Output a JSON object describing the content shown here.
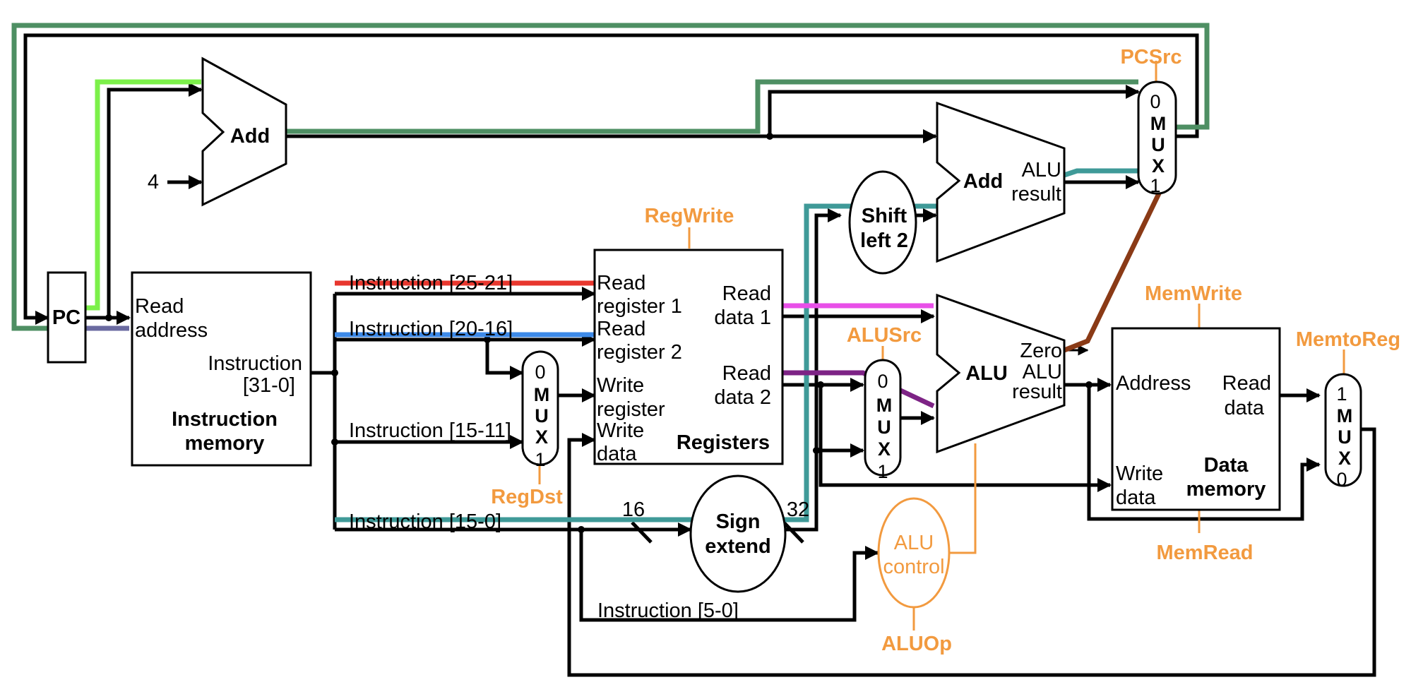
{
  "colors": {
    "control": "#f29a3f",
    "jump_path": "#4e8f63",
    "pc4_path": "#7cf04a",
    "pc_addr_path": "#6a6aa0",
    "rs_path": "#e8372e",
    "rt_path": "#3d8ae8",
    "imm_path": "#3f9a98",
    "rd1_path": "#e84fe8",
    "rd2_path": "#7d2385",
    "branch_path": "#8a3a16"
  },
  "blocks": {
    "pc": "PC",
    "add_pc": "Add",
    "const_four": "4",
    "imem": {
      "read_address": [
        "Read",
        "address"
      ],
      "instruction": [
        "Instruction",
        "[31-0]"
      ],
      "name": [
        "Instruction",
        "memory"
      ]
    },
    "registers": {
      "read_register_1": [
        "Read",
        "register 1"
      ],
      "read_register_2": [
        "Read",
        "register 2"
      ],
      "write_register": [
        "Write",
        "register"
      ],
      "write_data": [
        "Write",
        "data"
      ],
      "read_data_1": [
        "Read",
        "data 1"
      ],
      "read_data_2": [
        "Read",
        "data 2"
      ],
      "name": "Registers"
    },
    "shift_left": [
      "Shift",
      "left 2"
    ],
    "add_branch": {
      "name": "Add",
      "result": [
        "ALU",
        "result"
      ]
    },
    "alu": {
      "name": "ALU",
      "zero": "Zero",
      "result": [
        "ALU",
        "result"
      ]
    },
    "sign_extend": [
      "Sign",
      "extend"
    ],
    "alu_control": [
      "ALU",
      "control"
    ],
    "dmem": {
      "address": "Address",
      "read_data": [
        "Read",
        "data"
      ],
      "write_data": [
        "Write",
        "data"
      ],
      "name": [
        "Data",
        "memory"
      ]
    }
  },
  "muxes": {
    "regdst": {
      "top": "0",
      "letters": [
        "M",
        "U",
        "X"
      ],
      "bottom": "1"
    },
    "alusrc": {
      "top": "0",
      "letters": [
        "M",
        "U",
        "X"
      ],
      "bottom": "1"
    },
    "pcsrc": {
      "top": "0",
      "letters": [
        "M",
        "U",
        "X"
      ],
      "bottom": "1"
    },
    "memtoreg": {
      "top": "1",
      "letters": [
        "M",
        "U",
        "X"
      ],
      "bottom": "0"
    }
  },
  "instruction_fields": {
    "rs": "Instruction [25-21]",
    "rt": "Instruction [20-16]",
    "rd": "Instruction [15-11]",
    "imm": "Instruction [15-0]",
    "funct": "Instruction [5-0]"
  },
  "bus_widths": {
    "in": "16",
    "out": "32"
  },
  "control_signals": {
    "reg_write": "RegWrite",
    "reg_dst": "RegDst",
    "alu_src": "ALUSrc",
    "alu_op": "ALUOp",
    "pc_src": "PCSrc",
    "mem_write": "MemWrite",
    "mem_read": "MemRead",
    "mem_to_reg": "MemtoReg"
  }
}
